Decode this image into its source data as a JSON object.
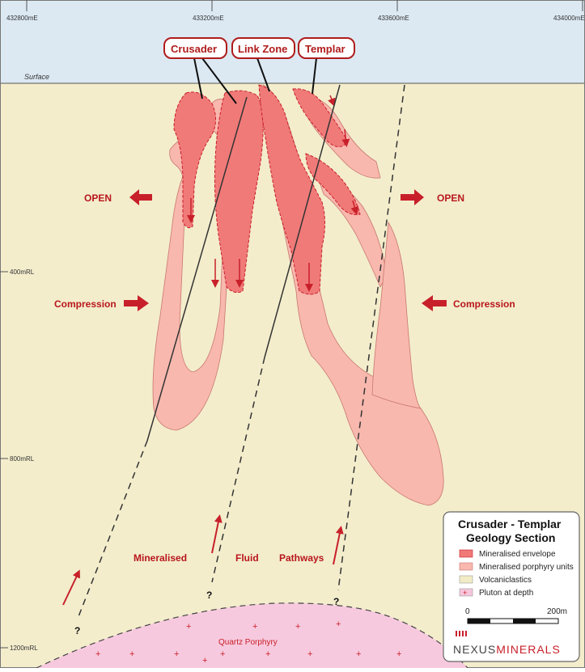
{
  "eastings": [
    "432800mE",
    "433200mE",
    "433600mE",
    "434000mE"
  ],
  "rl_labels": [
    "400mRL",
    "800mRL",
    "1200mRL"
  ],
  "surface_label": "Surface",
  "callouts": [
    "Crusader",
    "Link Zone",
    "Templar"
  ],
  "open_label": "OPEN",
  "compression_label": "Compression",
  "pathway_words": [
    "Mineralised",
    "Fluid",
    "Pathways"
  ],
  "question_mark": "?",
  "quartz_label": "Quartz Porphyry",
  "legend": {
    "title_line1": "Crusader - Templar",
    "title_line2": "Geology Section",
    "items": [
      {
        "label": "Mineralised envelope",
        "color": "#f07a78"
      },
      {
        "label": "Mineralised porphyry units",
        "color": "#f8b8ae"
      },
      {
        "label": "Volcaniclastics",
        "color": "#f2ecc6"
      },
      {
        "label": "Pluton at depth",
        "color": "#f6c6dc"
      }
    ],
    "scale_zero": "0",
    "scale_end": "200m"
  },
  "logo": {
    "part1": "NEXUS",
    "part2": "MINERALS"
  },
  "colors": {
    "sky": "#dce9f3",
    "ground": "#f3edcc",
    "envelope": "#f07a78",
    "porphyry": "#f8b8ae",
    "pluton": "#f7c9de",
    "accent": "#c8202a"
  }
}
